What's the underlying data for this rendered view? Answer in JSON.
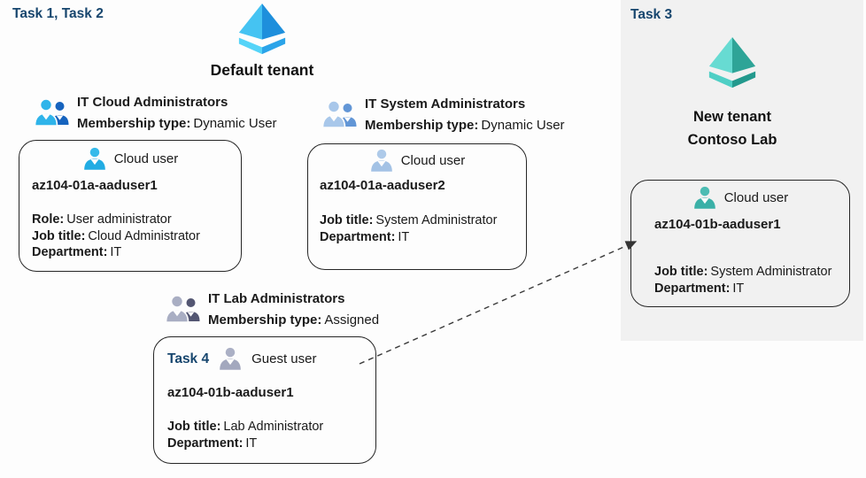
{
  "diagram": {
    "left": {
      "task_label": "Task 1, Task 2",
      "tenant_name": "Default tenant",
      "tenant_icon": "azure-ad-directory-blue",
      "groups": [
        {
          "icon": "group-icon-blue",
          "name": "IT Cloud Administrators",
          "membership_label": "Membership type:",
          "membership_value": "Dynamic User"
        },
        {
          "icon": "group-icon-lightblue",
          "name": "IT System Administrators",
          "membership_label": "Membership type:",
          "membership_value": "Dynamic User"
        },
        {
          "icon": "group-icon-gray",
          "name": "IT Lab Administrators",
          "membership_label": "Membership type:",
          "membership_value": "Assigned"
        }
      ],
      "cards": [
        {
          "icon": "cloud-user-icon-cyan",
          "user_type": "Cloud user",
          "username": "az104-01a-aaduser1",
          "attributes": [
            {
              "label": "Role:",
              "value": "User administrator"
            },
            {
              "label": "Job title:",
              "value": "Cloud Administrator"
            },
            {
              "label": "Department:",
              "value": "IT"
            }
          ]
        },
        {
          "icon": "cloud-user-icon-steelblue",
          "user_type": "Cloud user",
          "username": "az104-01a-aaduser2",
          "attributes": [
            {
              "label": "Job title:",
              "value": "System Administrator"
            },
            {
              "label": "Department:",
              "value": "IT"
            }
          ]
        },
        {
          "task_label": "Task 4",
          "icon": "guest-user-icon-gray",
          "user_type": "Guest user",
          "username": "az104-01b-aaduser1",
          "attributes": [
            {
              "label": "Job title:",
              "value": "Lab Administrator"
            },
            {
              "label": "Department:",
              "value": "IT"
            }
          ]
        }
      ]
    },
    "right": {
      "task_label": "Task 3",
      "tenant_icon": "azure-ad-directory-teal",
      "tenant_name_line1": "New tenant",
      "tenant_name_line2": "Contoso Lab",
      "card": {
        "icon": "cloud-user-icon-teal",
        "user_type": "Cloud user",
        "username": "az104-01b-aaduser1",
        "attributes": [
          {
            "label": "Job title:",
            "value": "System Administrator"
          },
          {
            "label": "Department:",
            "value": "IT"
          }
        ]
      }
    },
    "connector": {
      "type": "dashed-arrow",
      "from": "guest-user-card",
      "to": "new-tenant-user-card"
    },
    "colors": {
      "task_label_navy": "#17466E",
      "tenant_blue_light": "#45C3F2",
      "tenant_blue_dark": "#1E8FDC",
      "tenant_teal_light": "#67DBD2",
      "tenant_teal_dark": "#2EA497",
      "panel_background": "#F1F1F1"
    }
  }
}
